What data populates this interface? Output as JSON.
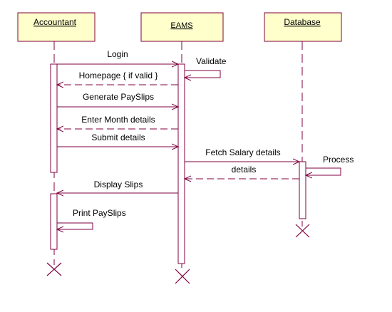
{
  "colors": {
    "actor_fill": "#ffffcc",
    "actor_border": "#800040",
    "line": "#800040",
    "activation_fill": "#ffffff",
    "text": "#000000",
    "background": "#ffffff"
  },
  "participants": [
    {
      "id": "accountant",
      "label": "Accountant"
    },
    {
      "id": "eams",
      "label": "EAMS"
    },
    {
      "id": "database",
      "label": "Database"
    }
  ],
  "messages": [
    {
      "id": "login",
      "label": "Login",
      "from": "accountant",
      "to": "eams",
      "kind": "sync"
    },
    {
      "id": "validate",
      "label": "Validate",
      "from": "eams",
      "to": "eams",
      "kind": "self"
    },
    {
      "id": "homepage",
      "label": "Homepage { if valid }",
      "from": "eams",
      "to": "accountant",
      "kind": "return"
    },
    {
      "id": "generate-payslips",
      "label": "Generate PaySlips",
      "from": "accountant",
      "to": "eams",
      "kind": "sync"
    },
    {
      "id": "enter-month-details",
      "label": "Enter Month details",
      "from": "eams",
      "to": "accountant",
      "kind": "return"
    },
    {
      "id": "submit-details",
      "label": "Submit details",
      "from": "accountant",
      "to": "eams",
      "kind": "sync"
    },
    {
      "id": "fetch-salary-details",
      "label": "Fetch Salary details",
      "from": "eams",
      "to": "database",
      "kind": "sync"
    },
    {
      "id": "process",
      "label": "Process",
      "from": "database",
      "to": "database",
      "kind": "self"
    },
    {
      "id": "details",
      "label": "details",
      "from": "database",
      "to": "eams",
      "kind": "return"
    },
    {
      "id": "display-slips",
      "label": "Display Slips",
      "from": "eams",
      "to": "accountant",
      "kind": "sync"
    },
    {
      "id": "print-payslips",
      "label": "Print PaySlips",
      "from": "accountant",
      "to": "accountant",
      "kind": "self"
    }
  ]
}
